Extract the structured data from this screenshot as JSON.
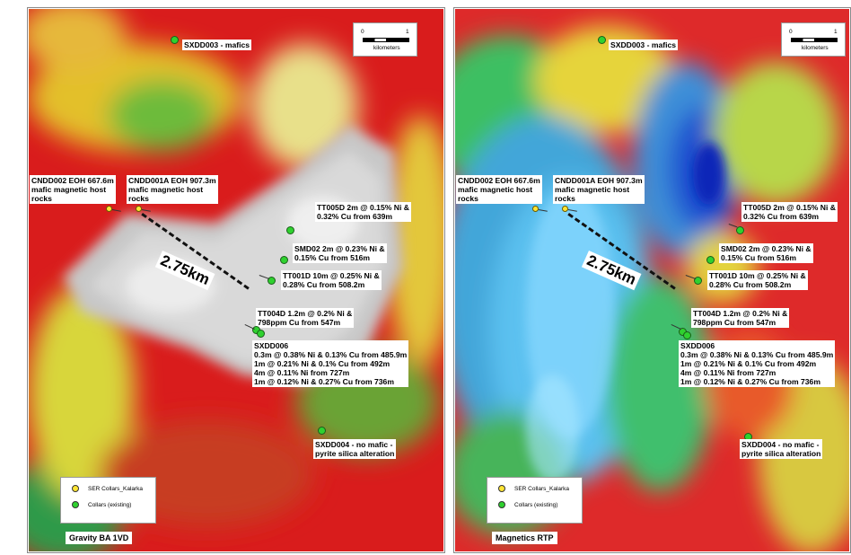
{
  "panels": [
    {
      "id": "gravity",
      "title": "Gravity BA 1VD",
      "scale": {
        "zero": "0",
        "one": "1",
        "unit": "kilometers"
      },
      "distance_label": "2.75km",
      "legend": [
        {
          "label": "SER Collars_Kalarka",
          "color": "#ffe533"
        },
        {
          "label": "Collars (existing)",
          "color": "#2fd12f"
        }
      ],
      "labels": {
        "sxdd003": "SXDD003 - mafics",
        "cndd002": "CNDD002 EOH 667.6m\nmafic magnetic host\nrocks",
        "cndd001a": "CNDD001A EOH 907.3m\nmafic magnetic host\nrocks",
        "tt005d": "TT005D 2m @ 0.15% Ni &\n0.32% Cu from 639m",
        "smd02": "SMD02 2m @ 0.23% Ni &\n0.15% Cu from 516m",
        "tt001d": "TT001D 10m @ 0.25% Ni &\n0.28% Cu from 508.2m",
        "tt004d": "TT004D 1.2m @ 0.2% Ni &\n798ppm Cu from 547m",
        "sxdd006": "SXDD006\n0.3m @ 0.38% Ni & 0.13% Cu from 485.9m\n1m @ 0.21% Ni & 0.1% Cu from 492m\n4m @ 0.11% Ni from 727m\n1m @ 0.12% Ni & 0.27% Cu from 736m",
        "sxdd004": "SXDD004 - no mafic -\npyrite silica alteration"
      }
    },
    {
      "id": "magnetics",
      "title": "Magnetics RTP",
      "scale": {
        "zero": "0",
        "one": "1",
        "unit": "kilometers"
      },
      "distance_label": "2.75km",
      "legend": [
        {
          "label": "SER Collars_Kalarka",
          "color": "#ffe533"
        },
        {
          "label": "Collars (existing)",
          "color": "#2fd12f"
        }
      ],
      "labels": {
        "sxdd003": "SXDD003 - mafics",
        "cndd002": "CNDD002 EOH 667.6m\nmafic magnetic host\nrocks",
        "cndd001a": "CNDD001A EOH 907.3m\nmafic magnetic host\nrocks",
        "tt005d": "TT005D 2m @ 0.15% Ni &\n0.32% Cu from 639m",
        "smd02": "SMD02 2m @ 0.23% Ni &\n0.15% Cu from 516m",
        "tt001d": "TT001D 10m @ 0.25% Ni &\n0.28% Cu from 508.2m",
        "tt004d": "TT004D 1.2m @ 0.2% Ni &\n798ppm Cu from 547m",
        "sxdd006": "SXDD006\n0.3m @ 0.38% Ni & 0.13% Cu from 485.9m\n1m @ 0.21% Ni & 0.1% Cu from 492m\n4m @ 0.11% Ni from 727m\n1m @ 0.12% Ni & 0.27% Cu from 736m",
        "sxdd004": "SXDD004 - no mafic -\npyrite silica alteration"
      }
    }
  ]
}
